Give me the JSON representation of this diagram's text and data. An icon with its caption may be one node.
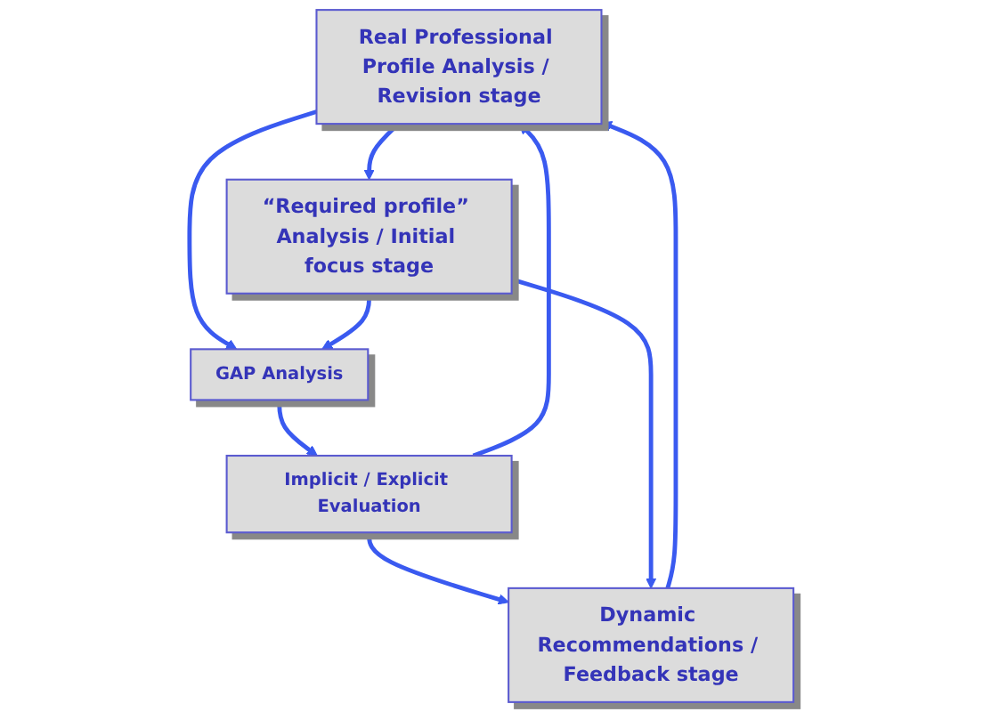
{
  "diagram": {
    "nodes": [
      {
        "text": [
          "Real Professional Profile Analysis / Revision stage"
        ]
      },
      {
        "text": [
          "“Required profile” Analysis / Initial focus stage"
        ]
      },
      {
        "text": [
          "GAP Analysis"
        ]
      },
      {
        "text": [
          "Implicit / Explicit Evaluation"
        ]
      },
      {
        "text": [
          "Dynamic Recommendations / Feedback stage"
        ]
      }
    ],
    "edges": [
      {
        "from": 0,
        "to": 1,
        "arrow": "to"
      },
      {
        "from": 0,
        "to": 2,
        "arrow": "to"
      },
      {
        "from": 1,
        "to": 2,
        "arrow": "to"
      },
      {
        "from": 2,
        "to": 3,
        "arrow": "to"
      },
      {
        "from": 3,
        "to": 0,
        "arrow": "to"
      },
      {
        "from": 3,
        "to": 4,
        "arrow": "to"
      },
      {
        "from": 1,
        "to": 4,
        "arrow": "to"
      },
      {
        "from": 4,
        "to": 0,
        "arrow": "to"
      }
    ]
  }
}
